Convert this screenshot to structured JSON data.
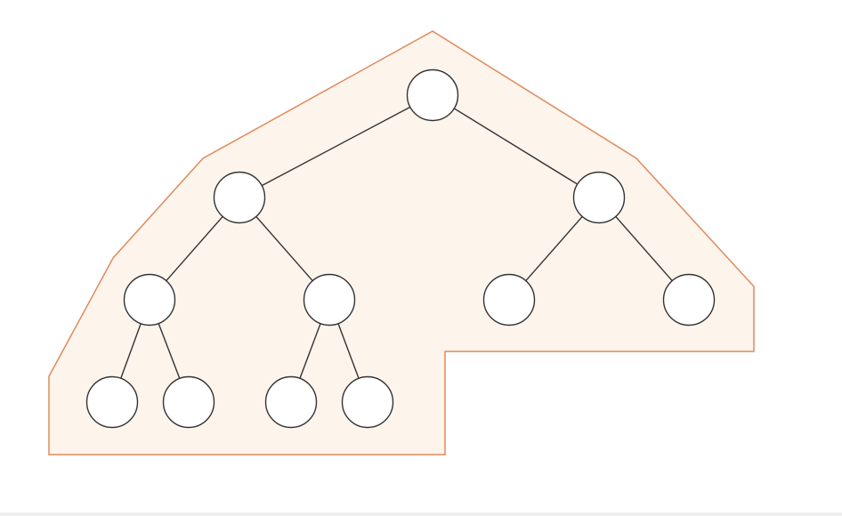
{
  "diagram": {
    "kind": "complete-binary-tree",
    "colors": {
      "region_fill": "#fdf4ec",
      "region_stroke": "#e08a5a",
      "node_fill": "#ffffff",
      "node_stroke": "#333333",
      "edge": "#333333"
    },
    "nodes": [
      {
        "id": "n1",
        "label": ""
      },
      {
        "id": "n2",
        "label": ""
      },
      {
        "id": "n3",
        "label": ""
      },
      {
        "id": "n4",
        "label": ""
      },
      {
        "id": "n5",
        "label": ""
      },
      {
        "id": "n6",
        "label": ""
      },
      {
        "id": "n7",
        "label": ""
      },
      {
        "id": "n8",
        "label": ""
      },
      {
        "id": "n9",
        "label": ""
      },
      {
        "id": "n10",
        "label": ""
      },
      {
        "id": "n11",
        "label": ""
      }
    ],
    "edges": [
      {
        "from": "n1",
        "to": "n2"
      },
      {
        "from": "n1",
        "to": "n3"
      },
      {
        "from": "n2",
        "to": "n4"
      },
      {
        "from": "n2",
        "to": "n5"
      },
      {
        "from": "n3",
        "to": "n6"
      },
      {
        "from": "n3",
        "to": "n7"
      },
      {
        "from": "n4",
        "to": "n8"
      },
      {
        "from": "n4",
        "to": "n9"
      },
      {
        "from": "n5",
        "to": "n10"
      },
      {
        "from": "n5",
        "to": "n11"
      }
    ]
  }
}
